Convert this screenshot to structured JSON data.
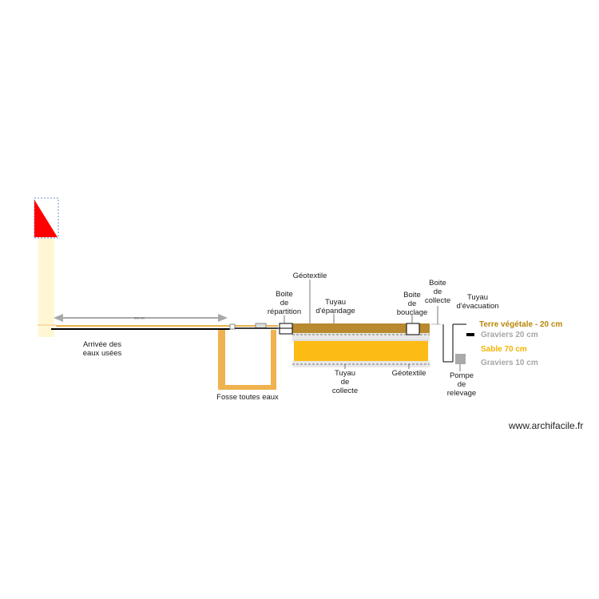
{
  "labels": {
    "arrivee": "Arrivée des\neaux usées",
    "fosse": "Fosse toutes eaux",
    "geotextile_top": "Géotextile",
    "boite_repartition": "Boite\nde\nrépartition",
    "tuyau_epandage": "Tuyau\nd'épandage",
    "boite_bouclage": "Boite\nde\nbouclage",
    "boite_collecte": "Boite\nde\ncollecte",
    "tuyau_evacuation": "Tuyau\nd'évacuation",
    "tuyau_collecte": "Tuyau\nde\ncollecte",
    "geotextile_bottom": "Géotextile",
    "pompe": "Pompe\nde\nrelevage"
  },
  "dimension": {
    "text": "592 cm"
  },
  "legend": [
    {
      "text": "Terre végétale - 20 cm",
      "color": "#b8860b"
    },
    {
      "text": "Graviers 20 cm",
      "color": "#a6a6a6"
    },
    {
      "text": "Sable 70 cm",
      "color": "#f4b400"
    },
    {
      "text": "Graviers 10 cm",
      "color": "#a6a6a6"
    }
  ],
  "watermark": "www.archifacile.fr",
  "colors": {
    "terre": "#b9892f",
    "sable": "#fdbb16",
    "graviers": "#e8e8e8",
    "fosse": "#f0b24e",
    "compass_red": "#ff0000",
    "compass_stem": "#fff6d4"
  }
}
